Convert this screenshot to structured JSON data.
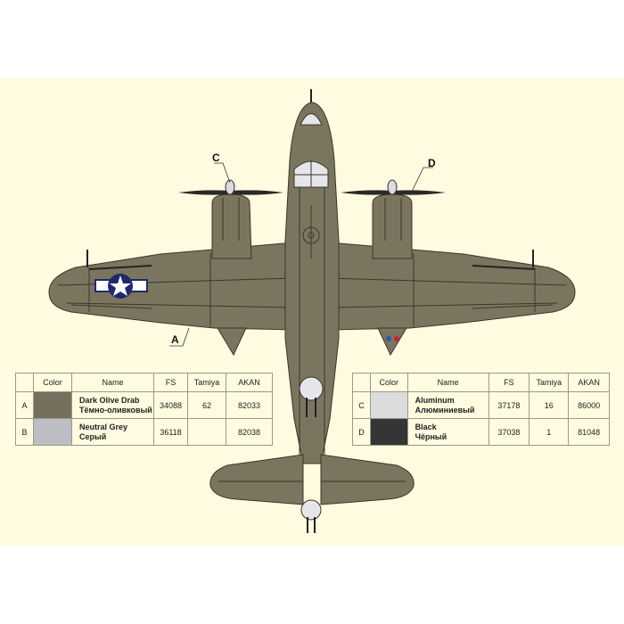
{
  "diagram": {
    "title": "",
    "view": "underside plan view",
    "colors": {
      "background_outer": "#ffffff",
      "background_panel": "#fefbe0",
      "airframe": "#7b7560",
      "panel_lines": "#3a3628",
      "glazing": "#e6e6ea",
      "roundel_blue": "#1f2a6b",
      "roundel_white": "#ffffff",
      "light_blue": "#3355aa",
      "light_red": "#cc2233"
    },
    "callouts": [
      {
        "id": "A",
        "label": "A",
        "target": "left wing underside"
      },
      {
        "id": "C",
        "label": "C",
        "target": "left propeller spinner"
      },
      {
        "id": "D",
        "label": "D",
        "target": "right propeller blade"
      }
    ]
  },
  "tables": [
    {
      "headers": [
        "",
        "Color",
        "Name",
        "FS",
        "Tamiya",
        "AKAN"
      ],
      "rows": [
        {
          "letter": "A",
          "swatch": "#756f5c",
          "name_en": "Dark Olive Drab",
          "name_ru": "Тёмно-оливковый",
          "fs": "34088",
          "tamiya": "62",
          "akan": "82033"
        },
        {
          "letter": "B",
          "swatch": "#bdbec3",
          "name_en": "Neutral Grey",
          "name_ru": "Серый",
          "fs": "36118",
          "tamiya": "",
          "akan": "82038"
        }
      ]
    },
    {
      "headers": [
        "",
        "Color",
        "Name",
        "FS",
        "Tamiya",
        "AKAN"
      ],
      "rows": [
        {
          "letter": "C",
          "swatch": "#dcdcde",
          "name_en": "Aluminum",
          "name_ru": "Алюминиевый",
          "fs": "37178",
          "tamiya": "16",
          "akan": "86000"
        },
        {
          "letter": "D",
          "swatch": "#353535",
          "name_en": "Black",
          "name_ru": "Чёрный",
          "fs": "37038",
          "tamiya": "1",
          "akan": "81048"
        }
      ]
    }
  ]
}
